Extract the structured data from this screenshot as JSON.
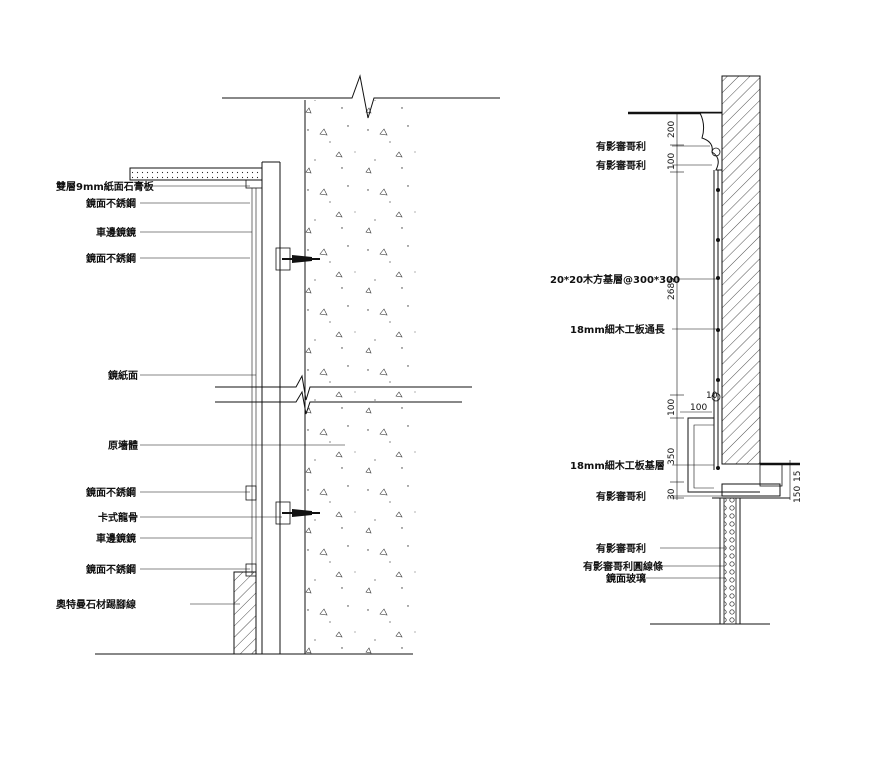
{
  "left_detail": {
    "labels": [
      "雙層9mm紙面石膏板",
      "鏡面不銹鋼",
      "車邊鏡鏡",
      "鏡面不銹鋼",
      "鏡紙面",
      "原墻體",
      "鏡面不銹鋼",
      "卡式龍骨",
      "車邊鏡鏡",
      "鏡面不銹鋼",
      "奧特曼石材踢腳線"
    ]
  },
  "right_detail": {
    "labels": [
      "有影審哥利",
      "有影審哥利",
      "20*20木方基層@300*300",
      "18mm細木工板通長",
      "18mm細木工板基層",
      "有影審哥利",
      "有影審哥利",
      "有影審哥利圓線條",
      "鏡面玻璃"
    ],
    "dimensions": [
      "200",
      "100",
      "2685",
      "10",
      "100",
      "100",
      "350",
      "30",
      "15",
      "150"
    ]
  }
}
